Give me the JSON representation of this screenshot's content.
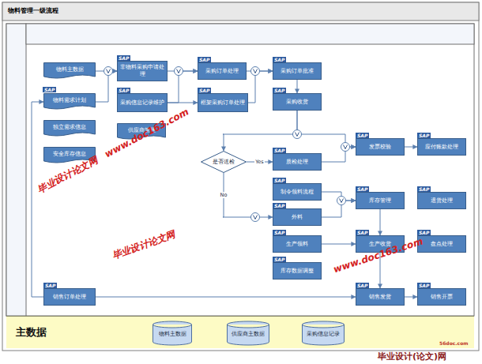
{
  "diagram": {
    "title": "物料管理一级流程",
    "nodes": [
      {
        "text": [
          "物料主数据"
        ]
      },
      {
        "text": [
          "SAP",
          "物料需求计划"
        ]
      },
      {
        "text": [
          "独立需求信息"
        ]
      },
      {
        "text": [
          "安全库存信息"
        ]
      },
      {
        "text": [
          "SAP",
          "非物料采购申请处理"
        ]
      },
      {
        "text": [
          "SAP",
          "采购信息记录维护"
        ]
      },
      {
        "text": [
          "供应商管理"
        ]
      },
      {
        "text": [
          "SAP",
          "采购订单处理"
        ]
      },
      {
        "text": [
          "SAP",
          "框架采购订单处理"
        ]
      },
      {
        "text": [
          "SAP",
          "采购订单批准"
        ]
      },
      {
        "text": [
          "SAP",
          "采购收货"
        ]
      },
      {
        "text": [
          "是否送检"
        ]
      },
      {
        "text": [
          "SAP",
          "质检处理"
        ]
      },
      {
        "text": [
          "SAP",
          "发票校验"
        ]
      },
      {
        "text": [
          "SAP",
          "应付账款处理"
        ]
      },
      {
        "text": [
          "SAP",
          "制令领料流程"
        ]
      },
      {
        "text": [
          "SAP",
          "外料"
        ]
      },
      {
        "text": [
          "SAP",
          "生产领料"
        ]
      },
      {
        "text": [
          "SAP",
          "库存数据调整"
        ]
      },
      {
        "text": [
          "SAP",
          "库存管理"
        ]
      },
      {
        "text": [
          "SAP",
          "退货处理"
        ]
      },
      {
        "text": [
          "SAP",
          "生产收货"
        ]
      },
      {
        "text": [
          "SAP",
          "盘点处理"
        ]
      },
      {
        "text": [
          "SAP",
          "销售订单处理"
        ]
      },
      {
        "text": [
          "SAP",
          "销售发货"
        ]
      },
      {
        "text": [
          "SAP",
          "销售开票"
        ]
      },
      {
        "text": [
          "主数据"
        ]
      },
      {
        "text": [
          "物料主数据"
        ],
        "in": 26
      },
      {
        "text": [
          "供应商主数据"
        ],
        "in": 26
      },
      {
        "text": [
          "采购信息记录"
        ],
        "in": 26
      }
    ],
    "edges": [
      {
        "from": 0,
        "to": 4,
        "arrow": "to"
      },
      {
        "from": 1,
        "to": 4,
        "arrow": "to"
      },
      {
        "from": 4,
        "to": 7,
        "arrow": "to"
      },
      {
        "from": 5,
        "to": 7,
        "arrow": "to"
      },
      {
        "from": 5,
        "to": 8,
        "arrow": "to"
      },
      {
        "from": 7,
        "to": 9,
        "arrow": "to"
      },
      {
        "from": 8,
        "to": 9,
        "arrow": "to"
      },
      {
        "from": 9,
        "to": 10,
        "arrow": "to"
      },
      {
        "from": 10,
        "to": 13,
        "arrow": "to"
      },
      {
        "from": 10,
        "to": 11,
        "arrow": "to"
      },
      {
        "from": 11,
        "to": 12,
        "label": "Yes",
        "arrow": "to"
      },
      {
        "from": 12,
        "to": 13,
        "arrow": "to"
      },
      {
        "from": 11,
        "to": 16,
        "label": "No",
        "arrow": "to"
      },
      {
        "from": 15,
        "to": 19,
        "arrow": "to"
      },
      {
        "from": 16,
        "to": 19,
        "arrow": "to"
      },
      {
        "from": 19,
        "to": 21,
        "arrow": "to"
      },
      {
        "from": 21,
        "to": 24,
        "arrow": "to"
      },
      {
        "from": 23,
        "to": 24,
        "arrow": "to"
      },
      {
        "from": 24,
        "to": 25,
        "arrow": "to"
      },
      {
        "from": 23,
        "to": 1,
        "arrow": "to"
      },
      {
        "from": 13,
        "to": 14,
        "arrow": "to"
      },
      {
        "from": 17,
        "to": 21,
        "arrow": "to"
      }
    ],
    "labels": [
      "www.doc163.com",
      "毕业设计论文网",
      "www.doc163.com",
      "毕业设计论文网",
      "56doc.com",
      "毕业设计(论文)网"
    ]
  }
}
